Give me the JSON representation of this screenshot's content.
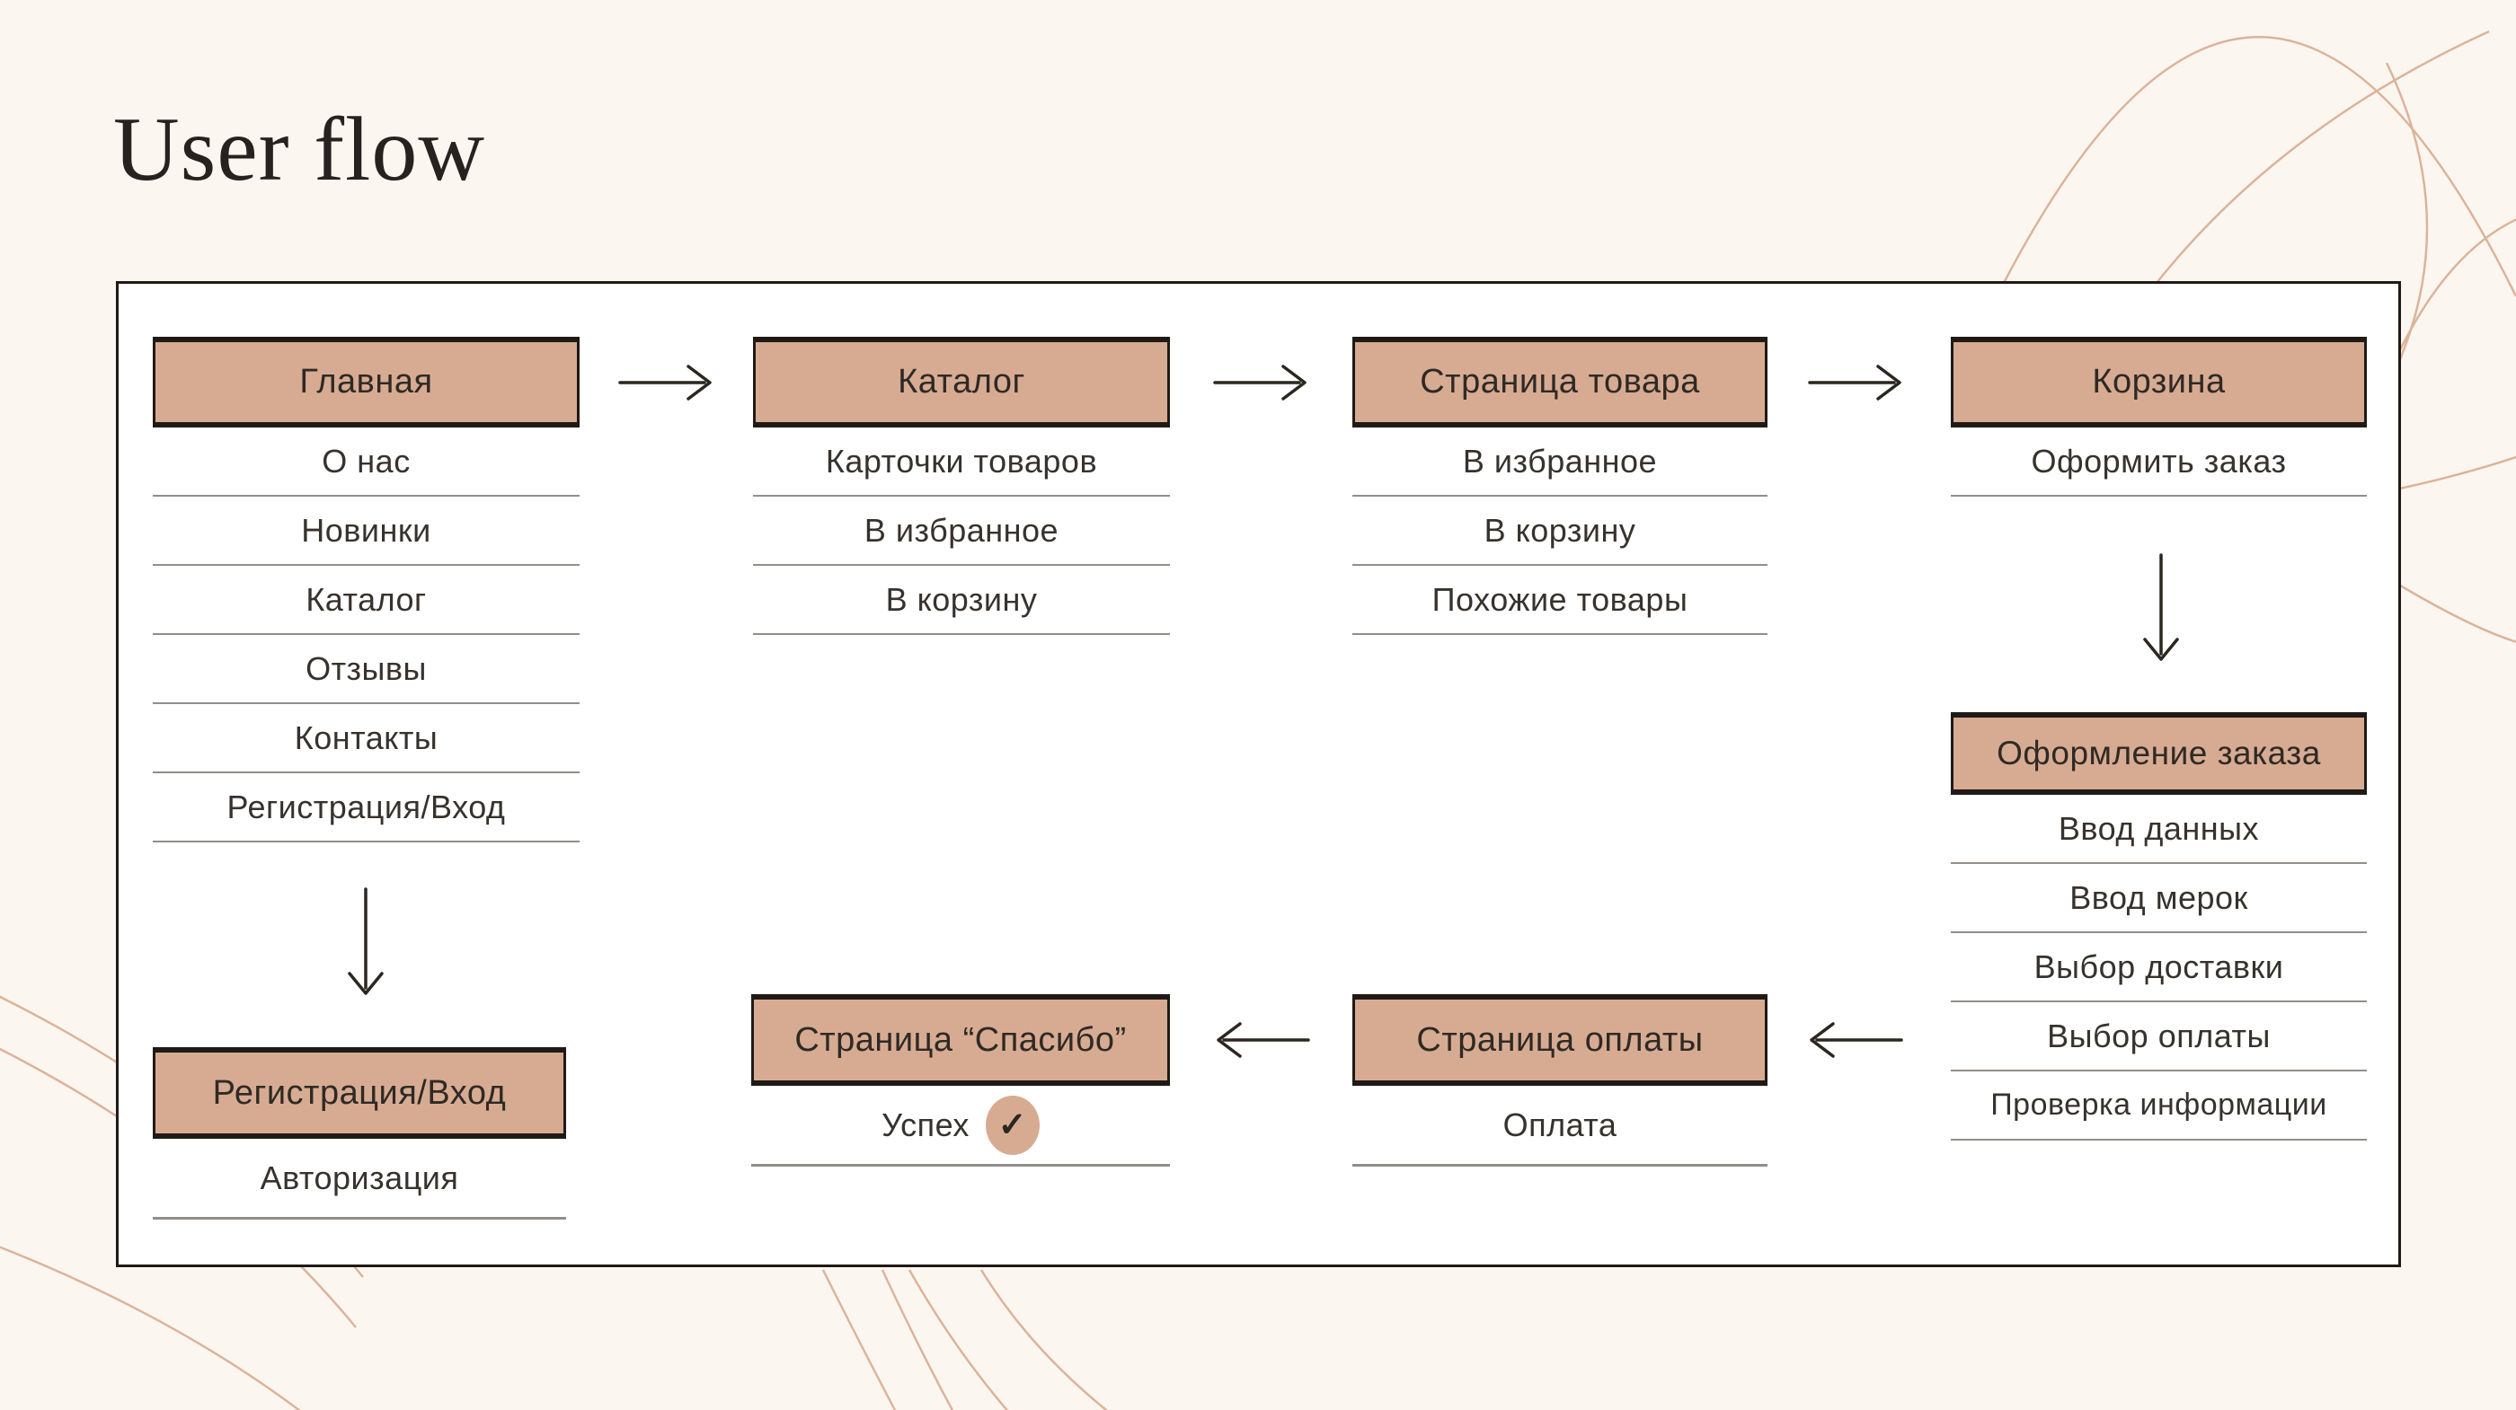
{
  "page": {
    "title": "User flow"
  },
  "colors": {
    "background": "#fbf7f0",
    "panel": "#ffffff",
    "accent": "#d7ab92",
    "ink": "#2b2621",
    "divider": "#918e8b",
    "decor_line": "#d8a88b"
  },
  "icons": {
    "check_glyph": "✓"
  },
  "flow": {
    "main": {
      "header": "Главная",
      "items": [
        "О нас",
        "Новинки",
        "Каталог",
        "Отзывы",
        "Контакты",
        "Регистрация/Вход"
      ]
    },
    "catalog": {
      "header": "Каталог",
      "items": [
        "Карточки товаров",
        "В избранное",
        "В корзину"
      ]
    },
    "product": {
      "header": "Страница товара",
      "items": [
        "В избранное",
        "В корзину",
        "Похожие товары"
      ]
    },
    "cart": {
      "header": "Корзина",
      "items": [
        "Оформить заказ"
      ]
    },
    "checkout": {
      "header": "Оформление заказа",
      "items": [
        "Ввод данных",
        "Ввод мерок",
        "Выбор доставки",
        "Выбор оплаты",
        "Проверка информации"
      ]
    },
    "payment": {
      "header": "Страница оплаты",
      "items": [
        "Оплата"
      ]
    },
    "thanks": {
      "header": "Страница “Спасибо”",
      "items": [
        "Успех"
      ]
    },
    "auth": {
      "header": "Регистрация/Вход",
      "items": [
        "Авторизация"
      ]
    }
  }
}
